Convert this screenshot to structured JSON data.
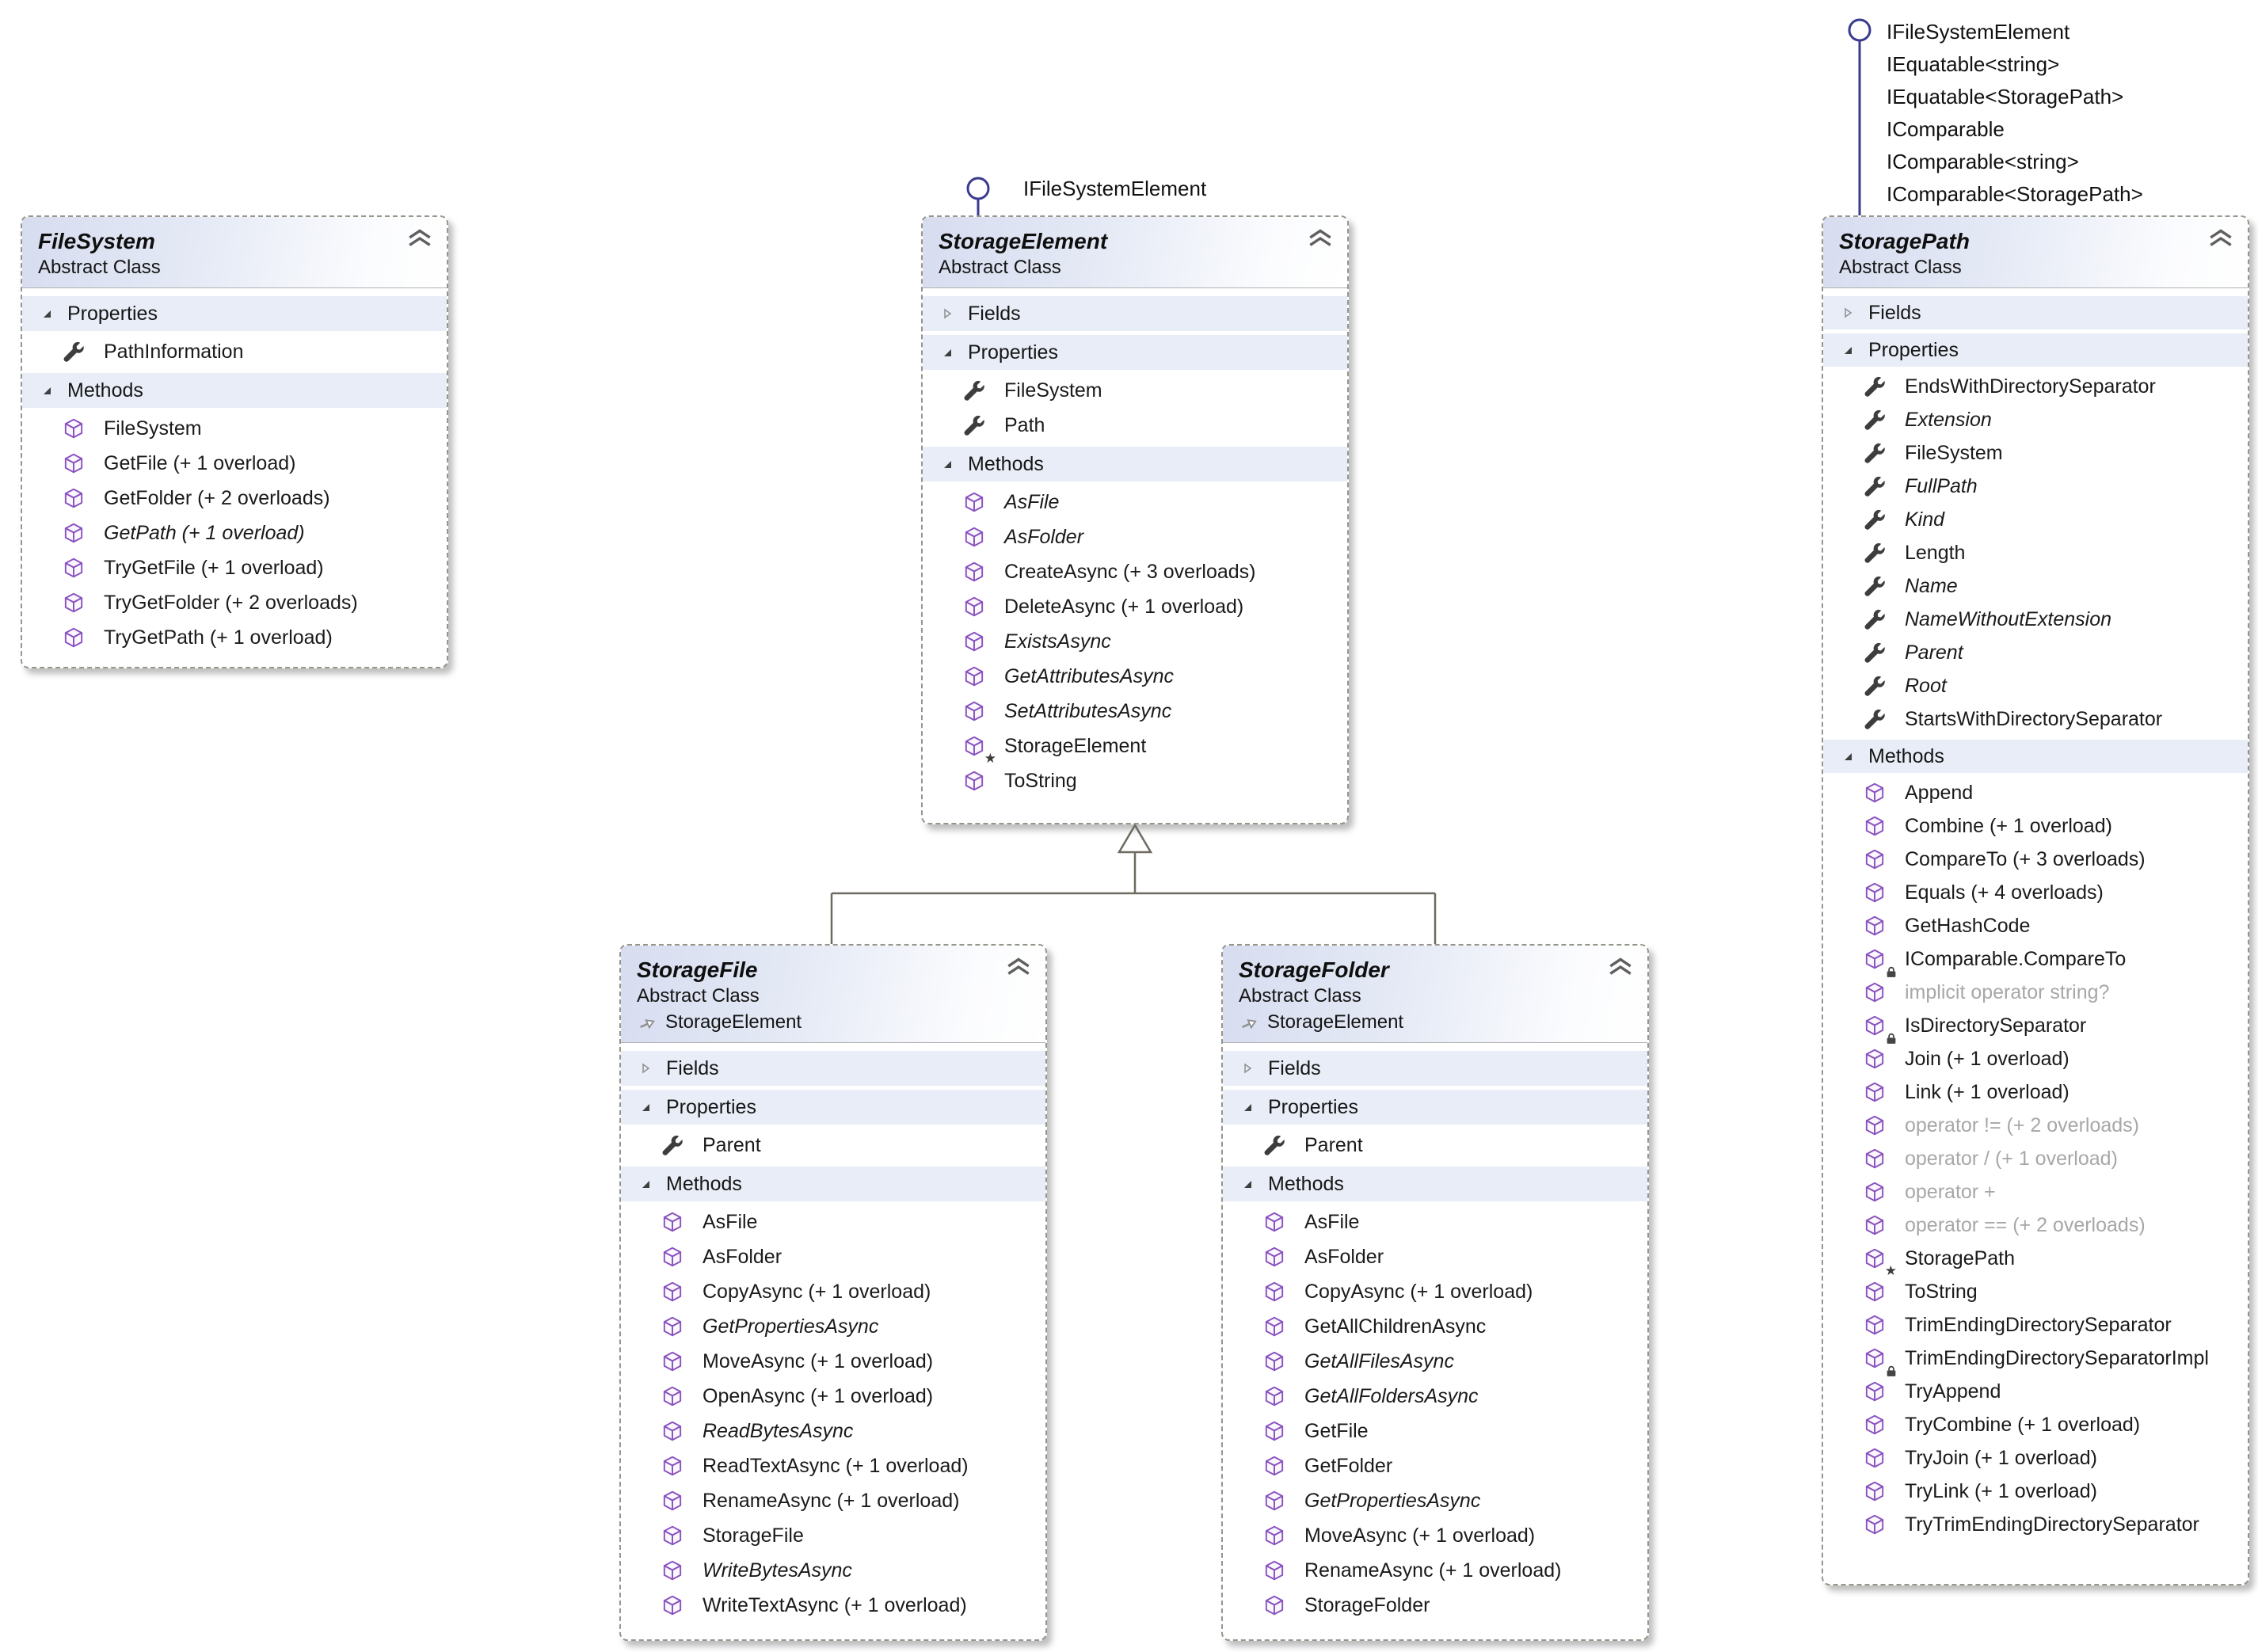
{
  "diagram_type": "uml-class-diagram",
  "colors": {
    "header_gradient_start": "#d7ddf0",
    "header_gradient_end": "#ffffff",
    "section_header_bg": "#e8edf7",
    "box_border": "#96968c",
    "method_icon_purple": "#8a52c0",
    "property_icon_gray": "#3d3d3d",
    "interface_lollipop_blue": "#3a3a8f",
    "inheritance_line_gray": "#6e6a60",
    "muted_member_text": "#a7a7a7",
    "member_text": "#1a1a1a"
  },
  "icon_legend": {
    "method": "cube-icon",
    "property": "wrench-icon",
    "collapse": "double-chevron-up-icon",
    "expanded_section": "filled-triangle-icon",
    "collapsed_section": "hollow-triangle-icon",
    "base_type": "inherits-arrow-icon",
    "lock_badge": "lock-icon",
    "star_badge": "star-icon"
  },
  "classes": [
    {
      "id": "FileSystem",
      "name": "FileSystem",
      "stereotype": "Abstract Class",
      "base_type": null,
      "interfaces": [],
      "sections": [
        {
          "label": "Properties",
          "expanded": true,
          "members": [
            {
              "label": "PathInformation",
              "kind": "property"
            }
          ]
        },
        {
          "label": "Methods",
          "expanded": true,
          "members": [
            {
              "label": "FileSystem",
              "kind": "method"
            },
            {
              "label": "GetFile (+ 1 overload)",
              "kind": "method"
            },
            {
              "label": "GetFolder (+ 2 overloads)",
              "kind": "method"
            },
            {
              "label": "GetPath (+ 1 overload)",
              "kind": "method",
              "italic": true
            },
            {
              "label": "TryGetFile (+ 1 overload)",
              "kind": "method"
            },
            {
              "label": "TryGetFolder (+ 2 overloads)",
              "kind": "method"
            },
            {
              "label": "TryGetPath (+ 1 overload)",
              "kind": "method"
            }
          ]
        }
      ]
    },
    {
      "id": "StorageElement",
      "name": "StorageElement",
      "stereotype": "Abstract Class",
      "base_type": null,
      "interfaces": [
        "IFileSystemElement"
      ],
      "sections": [
        {
          "label": "Fields",
          "expanded": false,
          "members": []
        },
        {
          "label": "Properties",
          "expanded": true,
          "members": [
            {
              "label": "FileSystem",
              "kind": "property"
            },
            {
              "label": "Path",
              "kind": "property"
            }
          ]
        },
        {
          "label": "Methods",
          "expanded": true,
          "members": [
            {
              "label": "AsFile",
              "kind": "method",
              "italic": true
            },
            {
              "label": "AsFolder",
              "kind": "method",
              "italic": true
            },
            {
              "label": "CreateAsync (+ 3 overloads)",
              "kind": "method"
            },
            {
              "label": "DeleteAsync (+ 1 overload)",
              "kind": "method"
            },
            {
              "label": "ExistsAsync",
              "kind": "method",
              "italic": true
            },
            {
              "label": "GetAttributesAsync",
              "kind": "method",
              "italic": true
            },
            {
              "label": "SetAttributesAsync",
              "kind": "method",
              "italic": true
            },
            {
              "label": "StorageElement",
              "kind": "method",
              "badge": "star"
            },
            {
              "label": "ToString",
              "kind": "method"
            }
          ]
        }
      ]
    },
    {
      "id": "StorageFile",
      "name": "StorageFile",
      "stereotype": "Abstract Class",
      "base_type": "StorageElement",
      "interfaces": [],
      "sections": [
        {
          "label": "Fields",
          "expanded": false,
          "members": []
        },
        {
          "label": "Properties",
          "expanded": true,
          "members": [
            {
              "label": "Parent",
              "kind": "property"
            }
          ]
        },
        {
          "label": "Methods",
          "expanded": true,
          "members": [
            {
              "label": "AsFile",
              "kind": "method"
            },
            {
              "label": "AsFolder",
              "kind": "method"
            },
            {
              "label": "CopyAsync (+ 1 overload)",
              "kind": "method"
            },
            {
              "label": "GetPropertiesAsync",
              "kind": "method",
              "italic": true
            },
            {
              "label": "MoveAsync (+ 1 overload)",
              "kind": "method"
            },
            {
              "label": "OpenAsync (+ 1 overload)",
              "kind": "method"
            },
            {
              "label": "ReadBytesAsync",
              "kind": "method",
              "italic": true
            },
            {
              "label": "ReadTextAsync (+ 1 overload)",
              "kind": "method"
            },
            {
              "label": "RenameAsync (+ 1 overload)",
              "kind": "method"
            },
            {
              "label": "StorageFile",
              "kind": "method"
            },
            {
              "label": "WriteBytesAsync",
              "kind": "method",
              "italic": true
            },
            {
              "label": "WriteTextAsync (+ 1 overload)",
              "kind": "method"
            }
          ]
        }
      ]
    },
    {
      "id": "StorageFolder",
      "name": "StorageFolder",
      "stereotype": "Abstract Class",
      "base_type": "StorageElement",
      "interfaces": [],
      "sections": [
        {
          "label": "Fields",
          "expanded": false,
          "members": []
        },
        {
          "label": "Properties",
          "expanded": true,
          "members": [
            {
              "label": "Parent",
              "kind": "property"
            }
          ]
        },
        {
          "label": "Methods",
          "expanded": true,
          "members": [
            {
              "label": "AsFile",
              "kind": "method"
            },
            {
              "label": "AsFolder",
              "kind": "method"
            },
            {
              "label": "CopyAsync (+ 1 overload)",
              "kind": "method"
            },
            {
              "label": "GetAllChildrenAsync",
              "kind": "method"
            },
            {
              "label": "GetAllFilesAsync",
              "kind": "method",
              "italic": true
            },
            {
              "label": "GetAllFoldersAsync",
              "kind": "method",
              "italic": true
            },
            {
              "label": "GetFile",
              "kind": "method"
            },
            {
              "label": "GetFolder",
              "kind": "method"
            },
            {
              "label": "GetPropertiesAsync",
              "kind": "method",
              "italic": true
            },
            {
              "label": "MoveAsync (+ 1 overload)",
              "kind": "method"
            },
            {
              "label": "RenameAsync (+ 1 overload)",
              "kind": "method"
            },
            {
              "label": "StorageFolder",
              "kind": "method"
            }
          ]
        }
      ]
    },
    {
      "id": "StoragePath",
      "name": "StoragePath",
      "stereotype": "Abstract Class",
      "base_type": null,
      "interfaces": [
        "IFileSystemElement",
        "IEquatable<string>",
        "IEquatable<StoragePath>",
        "IComparable",
        "IComparable<string>",
        "IComparable<StoragePath>"
      ],
      "sections": [
        {
          "label": "Fields",
          "expanded": false,
          "members": []
        },
        {
          "label": "Properties",
          "expanded": true,
          "members": [
            {
              "label": "EndsWithDirectorySeparator",
              "kind": "property"
            },
            {
              "label": "Extension",
              "kind": "property",
              "italic": true
            },
            {
              "label": "FileSystem",
              "kind": "property"
            },
            {
              "label": "FullPath",
              "kind": "property",
              "italic": true
            },
            {
              "label": "Kind",
              "kind": "property",
              "italic": true
            },
            {
              "label": "Length",
              "kind": "property"
            },
            {
              "label": "Name",
              "kind": "property",
              "italic": true
            },
            {
              "label": "NameWithoutExtension",
              "kind": "property",
              "italic": true
            },
            {
              "label": "Parent",
              "kind": "property",
              "italic": true
            },
            {
              "label": "Root",
              "kind": "property",
              "italic": true
            },
            {
              "label": "StartsWithDirectorySeparator",
              "kind": "property"
            }
          ]
        },
        {
          "label": "Methods",
          "expanded": true,
          "members": [
            {
              "label": "Append",
              "kind": "method"
            },
            {
              "label": "Combine (+ 1 overload)",
              "kind": "method"
            },
            {
              "label": "CompareTo (+ 3 overloads)",
              "kind": "method"
            },
            {
              "label": "Equals (+ 4 overloads)",
              "kind": "method"
            },
            {
              "label": "GetHashCode",
              "kind": "method"
            },
            {
              "label": "IComparable.CompareTo",
              "kind": "method",
              "badge": "lock"
            },
            {
              "label": "implicit operator string?",
              "kind": "method",
              "muted": true
            },
            {
              "label": "IsDirectorySeparator",
              "kind": "method",
              "badge": "lock"
            },
            {
              "label": "Join (+ 1 overload)",
              "kind": "method"
            },
            {
              "label": "Link (+ 1 overload)",
              "kind": "method"
            },
            {
              "label": "operator != (+ 2 overloads)",
              "kind": "method",
              "muted": true
            },
            {
              "label": "operator / (+ 1 overload)",
              "kind": "method",
              "muted": true
            },
            {
              "label": "operator +",
              "kind": "method",
              "muted": true
            },
            {
              "label": "operator == (+ 2 overloads)",
              "kind": "method",
              "muted": true
            },
            {
              "label": "StoragePath",
              "kind": "method",
              "badge": "star"
            },
            {
              "label": "ToString",
              "kind": "method"
            },
            {
              "label": "TrimEndingDirectorySeparator",
              "kind": "method"
            },
            {
              "label": "TrimEndingDirectorySeparatorImpl",
              "kind": "method",
              "badge": "lock"
            },
            {
              "label": "TryAppend",
              "kind": "method"
            },
            {
              "label": "TryCombine (+ 1 overload)",
              "kind": "method"
            },
            {
              "label": "TryJoin (+ 1 overload)",
              "kind": "method"
            },
            {
              "label": "TryLink (+ 1 overload)",
              "kind": "method"
            },
            {
              "label": "TryTrimEndingDirectorySeparator",
              "kind": "method"
            }
          ]
        }
      ]
    }
  ],
  "relations": [
    {
      "type": "inheritance",
      "from": "StorageFile",
      "to": "StorageElement"
    },
    {
      "type": "inheritance",
      "from": "StorageFolder",
      "to": "StorageElement"
    },
    {
      "type": "lollipop-interface",
      "on": "StorageElement",
      "labels": [
        "IFileSystemElement"
      ]
    },
    {
      "type": "lollipop-interface",
      "on": "StoragePath",
      "labels": [
        "IFileSystemElement",
        "IEquatable<string>",
        "IEquatable<StoragePath>",
        "IComparable",
        "IComparable<string>",
        "IComparable<StoragePath>"
      ]
    }
  ]
}
